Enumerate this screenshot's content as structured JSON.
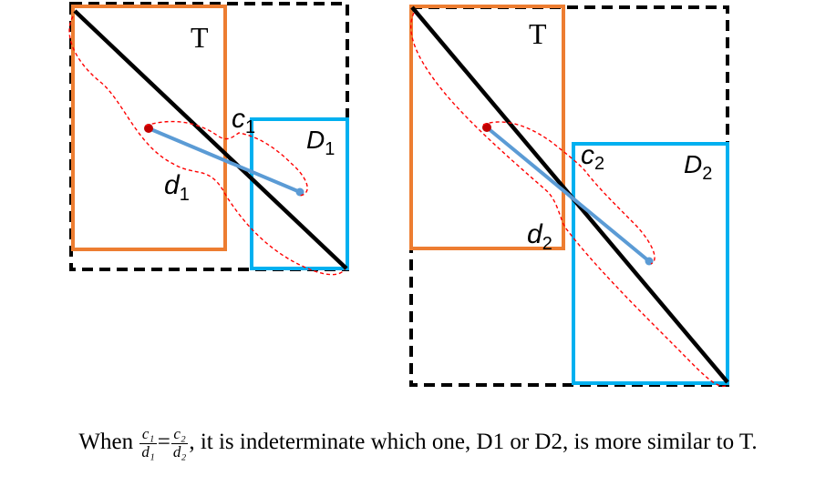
{
  "panel1": {
    "target_label": "T",
    "candidate_label": "D",
    "candidate_sub": "1",
    "c_label": "c",
    "c_sub": "1",
    "d_label": "d",
    "d_sub": "1"
  },
  "panel2": {
    "target_label": "T",
    "candidate_label": "D",
    "candidate_sub": "2",
    "c_label": "c",
    "c_sub": "2",
    "d_label": "d",
    "d_sub": "2"
  },
  "caption": {
    "prefix": "When ",
    "frac1_num": "c₁",
    "frac1_den": "d₁",
    "equals": "=",
    "frac2_num": "c₂",
    "frac2_den": "d₂",
    "suffix": ", it is indeterminate which one, D1 or D2, is more similar to T."
  },
  "colors": {
    "target_box": "#ED7D31",
    "candidate_box": "#00B0F0",
    "union_box": "#000000",
    "diagonal": "#000000",
    "center_line": "#5B9BD5",
    "center_point_target": "#C00000",
    "brace": "#FF0000"
  }
}
